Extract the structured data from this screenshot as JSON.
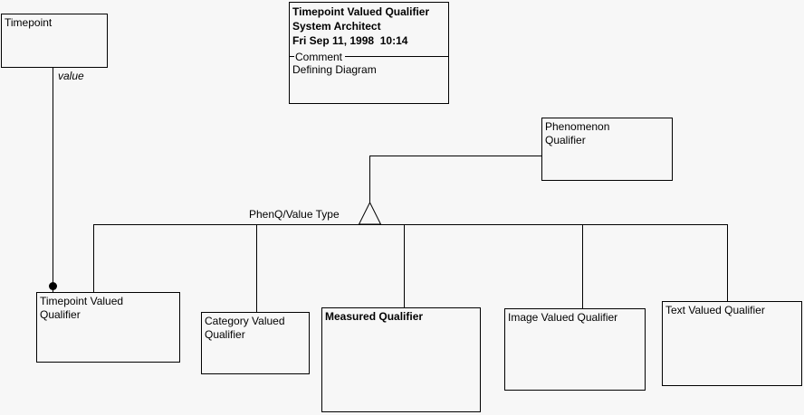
{
  "diagram": {
    "title_block": {
      "diagram_name": "Timepoint Valued Qualifier",
      "tool_name": "System Architect",
      "timestamp": "Fri Sep 11, 1998  10:14",
      "separator_label": "Comment",
      "comment_text": "Defining Diagram"
    },
    "nodes": {
      "timepoint": {
        "label": "Timepoint"
      },
      "phenomenon_qualifier": {
        "label": "Phenomenon\nQualifier"
      },
      "timepoint_valued_qualifier": {
        "label": "Timepoint Valued\nQualifier"
      },
      "category_valued_qualifier": {
        "label": "Category Valued\nQualifier"
      },
      "measured_qualifier": {
        "label": "Measured Qualifier"
      },
      "image_valued_qualifier": {
        "label": "Image Valued Qualifier"
      },
      "text_valued_qualifier": {
        "label": "Text Valued Qualifier"
      }
    },
    "edge_labels": {
      "value_role": "value",
      "generalization": "PhenQ/Value Type"
    },
    "colors": {
      "line": "#000000",
      "background": "#f7f7f7"
    }
  }
}
